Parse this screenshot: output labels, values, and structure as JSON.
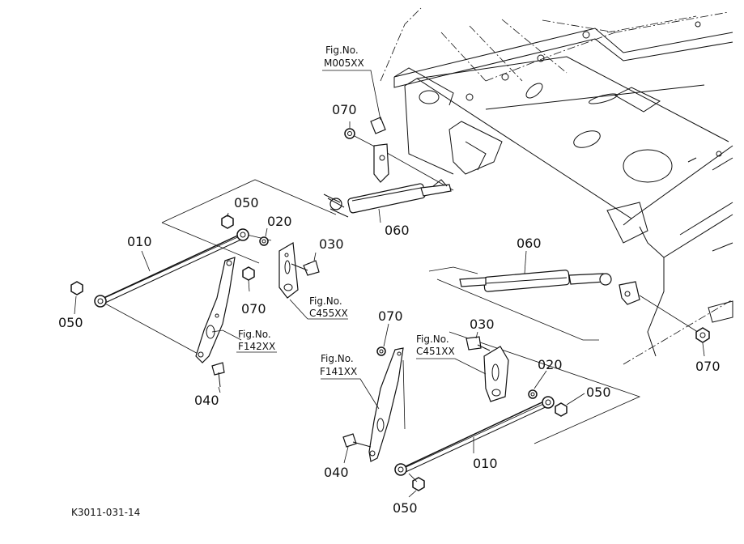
{
  "footer": {
    "code": "K3011-031-14"
  },
  "labels": {
    "p010_left": "010",
    "p050_top": "050",
    "p020_left": "020",
    "p030_left": "030",
    "p070_left": "070",
    "p050_left": "050",
    "p040_left": "040",
    "p060_upper": "060",
    "p070_upper": "070",
    "p060_right": "060",
    "p070_right": "070",
    "p070_lower": "070",
    "p030_lower": "030",
    "p020_lower": "020",
    "p050_lower_right": "050",
    "p040_lower": "040",
    "p010_lower": "010",
    "p050_bottom": "050"
  },
  "figrefs": {
    "m005": {
      "line1": "Fig.No.",
      "line2": "M005XX"
    },
    "c455": {
      "line1": "Fig.No.",
      "line2": "C455XX"
    },
    "f142": {
      "line1": "Fig.No.",
      "line2": "F142XX"
    },
    "f141": {
      "line1": "Fig.No.",
      "line2": "F141XX"
    },
    "c451": {
      "line1": "Fig.No.",
      "line2": "C451XX"
    }
  }
}
